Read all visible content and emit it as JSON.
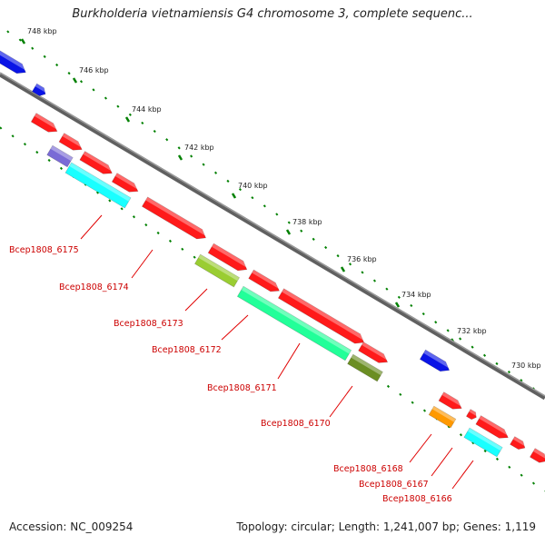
{
  "title": "Burkholderia vietnamiensis G4 chromosome 3, complete sequenc...",
  "footer": {
    "accession": "Accession: NC_009254",
    "summary": "Topology: circular; Length: 1,241,007 bp; Genes: 1,119"
  },
  "scale_ticks": [
    "748 kbp",
    "746 kbp",
    "744 kbp",
    "742 kbp",
    "740 kbp",
    "738 kbp",
    "736 kbp",
    "734 kbp",
    "732 kbp",
    "730 kbp"
  ],
  "gene_labels": [
    "Bcep1808_6175",
    "Bcep1808_6174",
    "Bcep1808_6173",
    "Bcep1808_6172",
    "Bcep1808_6171",
    "Bcep1808_6170",
    "Bcep1808_6168",
    "Bcep1808_6167",
    "Bcep1808_6166"
  ],
  "colors": {
    "backbone": "#808080",
    "gene": "#ff1a1a",
    "other_feature": "#0a14e6",
    "cds_cyan": "#19ffff",
    "cds_green": "#22ff99",
    "cds_olive": "#6b8e23",
    "cds_yellowgreen": "#9acd32",
    "cds_orange": "#ff9900",
    "cds_purple": "#7a6bd6",
    "tick": "#008000"
  }
}
